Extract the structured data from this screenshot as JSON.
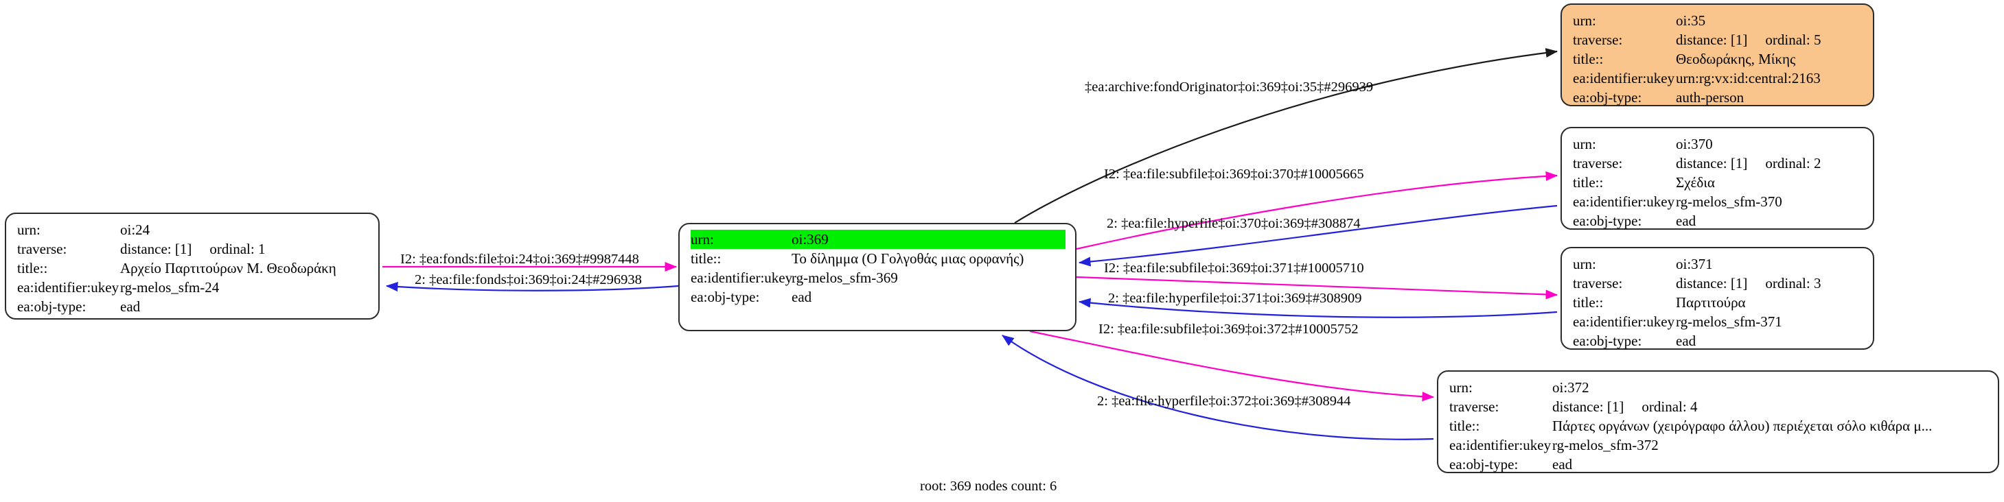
{
  "graph": {
    "caption": "root: 369 nodes count: 6",
    "colors": {
      "edge_magenta": "#ff00c8",
      "edge_blue": "#2222dd",
      "edge_black": "#1a1a1a",
      "node_highlight": "#00ef00",
      "node_orange": "#fac58c",
      "node_border": "#2b2b2b"
    },
    "field_labels": {
      "urn": "urn:",
      "traverse": "traverse:",
      "title": "title::",
      "ukey": "ea:identifier:ukey",
      "objtype": "ea:obj-type:"
    }
  },
  "nodes": [
    {
      "id": "oi24",
      "urn": "oi:24",
      "traverse_distance": "distance: [1]",
      "traverse_ordinal": "ordinal: 1",
      "title": "Αρχείο Παρτιτούρων Μ. Θεοδωράκη",
      "ukey": "rg-melos_sfm-24",
      "objtype": "ead"
    },
    {
      "id": "oi369",
      "urn": "oi:369",
      "title": "Το δίλημμα (Ο Γολγοθάς μιας ορφανής)",
      "ukey": "rg-melos_sfm-369",
      "objtype": "ead"
    },
    {
      "id": "oi35",
      "urn": "oi:35",
      "traverse_distance": "distance: [1]",
      "traverse_ordinal": "ordinal: 5",
      "title": "Θεοδωράκης, Μίκης",
      "ukey": "urn:rg:vx:id:central:2163",
      "objtype": "auth-person"
    },
    {
      "id": "oi370",
      "urn": "oi:370",
      "traverse_distance": "distance: [1]",
      "traverse_ordinal": "ordinal: 2",
      "title": "Σχέδια",
      "ukey": "rg-melos_sfm-370",
      "objtype": "ead"
    },
    {
      "id": "oi371",
      "urn": "oi:371",
      "traverse_distance": "distance: [1]",
      "traverse_ordinal": "ordinal: 3",
      "title": "Παρτιτούρα",
      "ukey": "rg-melos_sfm-371",
      "objtype": "ead"
    },
    {
      "id": "oi372",
      "urn": "oi:372",
      "traverse_distance": "distance: [1]",
      "traverse_ordinal": "ordinal: 4",
      "title": "Πάρτες οργάνων (χειρόγραφο άλλου) περιέχεται σόλο κιθάρα μ...",
      "ukey": "rg-melos_sfm-372",
      "objtype": "ead"
    }
  ],
  "edges": [
    {
      "id": "e1",
      "label": "I2: ‡ea:fonds:file‡oi:24‡oi:369‡#9987448",
      "color": "magenta",
      "from": "oi24",
      "to": "oi369"
    },
    {
      "id": "e2",
      "label": "2: ‡ea:file:fonds‡oi:369‡oi:24‡#296938",
      "color": "blue",
      "from": "oi369",
      "to": "oi24"
    },
    {
      "id": "e3",
      "label": "‡ea:archive:fondOriginator‡oi:369‡oi:35‡#296939",
      "color": "black",
      "from": "oi369",
      "to": "oi35"
    },
    {
      "id": "e4",
      "label": "I2: ‡ea:file:subfile‡oi:369‡oi:370‡#10005665",
      "color": "magenta",
      "from": "oi369",
      "to": "oi370"
    },
    {
      "id": "e5",
      "label": "2: ‡ea:file:hyperfile‡oi:370‡oi:369‡#308874",
      "color": "blue",
      "from": "oi370",
      "to": "oi369"
    },
    {
      "id": "e6",
      "label": "I2: ‡ea:file:subfile‡oi:369‡oi:371‡#10005710",
      "color": "magenta",
      "from": "oi369",
      "to": "oi371"
    },
    {
      "id": "e7",
      "label": "2: ‡ea:file:hyperfile‡oi:371‡oi:369‡#308909",
      "color": "blue",
      "from": "oi371",
      "to": "oi369"
    },
    {
      "id": "e8",
      "label": "I2: ‡ea:file:subfile‡oi:369‡oi:372‡#10005752",
      "color": "magenta",
      "from": "oi369",
      "to": "oi372"
    },
    {
      "id": "e9",
      "label": "2: ‡ea:file:hyperfile‡oi:372‡oi:369‡#308944",
      "color": "blue",
      "from": "oi372",
      "to": "oi369"
    }
  ]
}
